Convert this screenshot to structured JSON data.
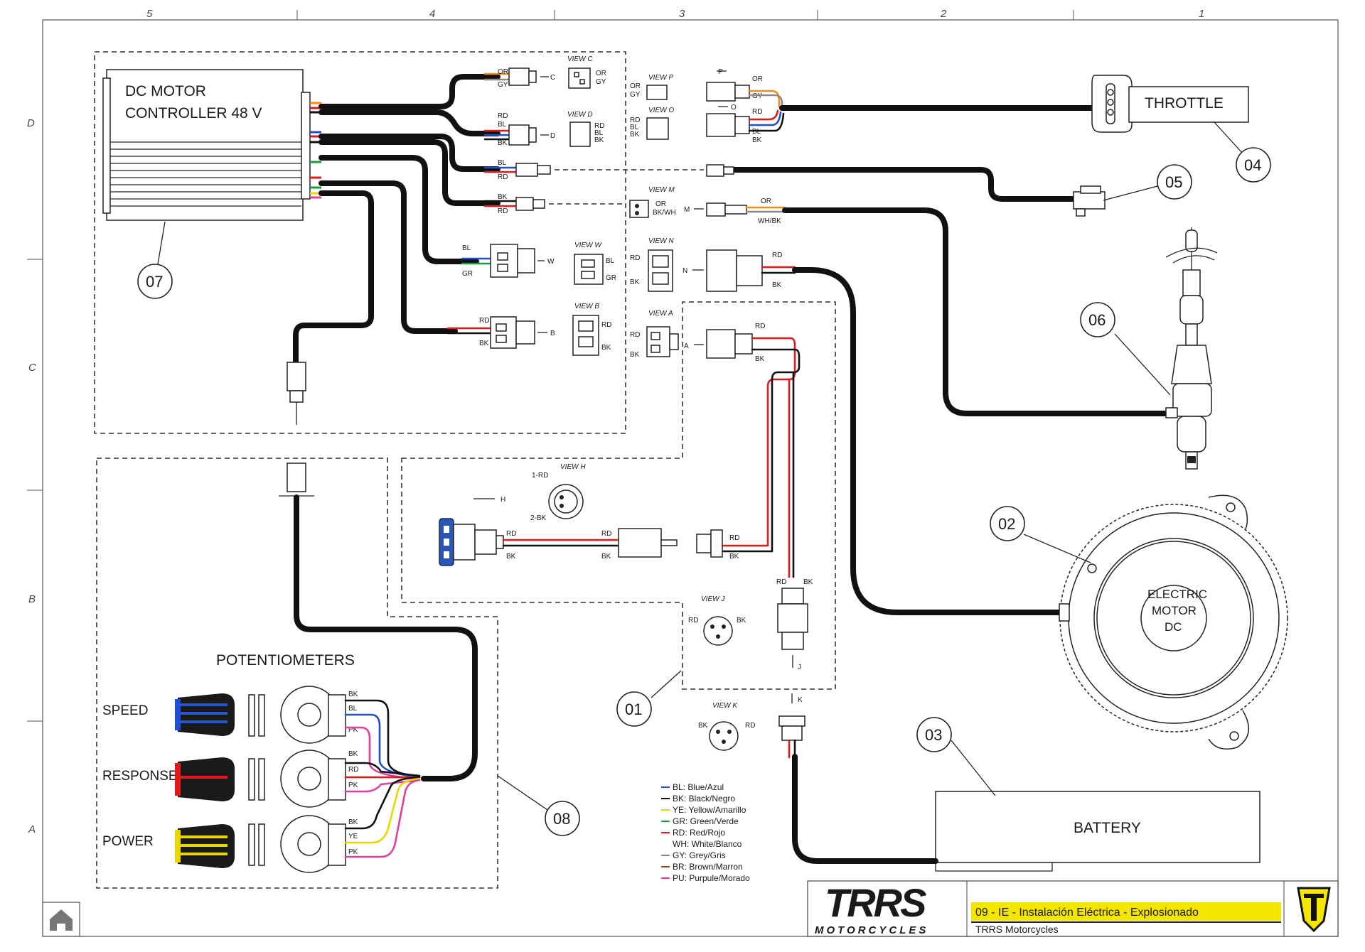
{
  "grid": {
    "columns": [
      "5",
      "4",
      "3",
      "2",
      "1"
    ],
    "rows": [
      "D",
      "C",
      "B",
      "A"
    ]
  },
  "controller": {
    "line1": "DC MOTOR",
    "line2": "CONTROLLER  48 V",
    "callout": "07"
  },
  "throttle": {
    "label": "THROTTLE",
    "callout": "04"
  },
  "switch": {
    "callout": "05"
  },
  "brake": {
    "callout": "06"
  },
  "motor": {
    "line1": "ELECTRIC",
    "line2": "MOTOR",
    "line3": "DC",
    "callout": "02"
  },
  "battery": {
    "label": "BATTERY",
    "callout": "03"
  },
  "charger": {
    "callout": "01"
  },
  "potentiometers": {
    "title": "POTENTIOMETERS",
    "callout": "08",
    "rows": [
      {
        "name": "SPEED",
        "pins": [
          "BK",
          "BL",
          "PK"
        ]
      },
      {
        "name": "RESPONSE",
        "pins": [
          "BK",
          "RD",
          "PK"
        ]
      },
      {
        "name": "POWER",
        "pins": [
          "BK",
          "YE",
          "PK"
        ]
      }
    ]
  },
  "connectors": {
    "C": "C",
    "D": "D",
    "W": "W",
    "B": "B",
    "P": "P",
    "O": "O",
    "M": "M",
    "N": "N",
    "A": "A",
    "H": "H",
    "J": "J",
    "K": "K"
  },
  "views": {
    "C": "VIEW C",
    "D": "VIEW D",
    "P": "VIEW P",
    "O": "VIEW O",
    "M": "VIEW M",
    "N": "VIEW N",
    "A": "VIEW A",
    "W": "VIEW W",
    "B": "VIEW B",
    "H": "VIEW H",
    "J": "VIEW J",
    "K": "VIEW K"
  },
  "pin_labels": {
    "or": "OR",
    "gy": "GY",
    "rd": "RD",
    "bl": "BL",
    "bk": "BK",
    "gr": "GR",
    "bkwh": "BK/WH",
    "whbk": "WH/BK",
    "h1": "1-RD",
    "h2": "2-BK"
  },
  "legend": [
    {
      "text": "BL: Blue/Azul",
      "color": "#1f4fd0"
    },
    {
      "text": "BK: Black/Negro",
      "color": "#111111"
    },
    {
      "text": "YE: Yellow/Amarillo",
      "color": "#e8d800"
    },
    {
      "text": "GR: Green/Verde",
      "color": "#1c9a3c"
    },
    {
      "text": "RD: Red/Rojo",
      "color": "#e01b1b"
    },
    {
      "text": "WH: White/Blanco",
      "color": "#ffffff"
    },
    {
      "text": "GY: Grey/Gris",
      "color": "#8a8a8a"
    },
    {
      "text": "BR: Brown/Marron",
      "color": "#8a4a1a"
    },
    {
      "text": "PU: Purpule/Morado",
      "color": "#e0409a"
    }
  ],
  "title_block": {
    "brand": "TRRS",
    "brand_sub": "MOTORCYCLES",
    "title": "09 - IE - Instalación Eléctrica - Explosionado",
    "company": "TRRS Motorcycles",
    "accent": "#f5e600"
  },
  "icons": {
    "home": "home-icon",
    "logo": "trrs-shield-icon"
  }
}
